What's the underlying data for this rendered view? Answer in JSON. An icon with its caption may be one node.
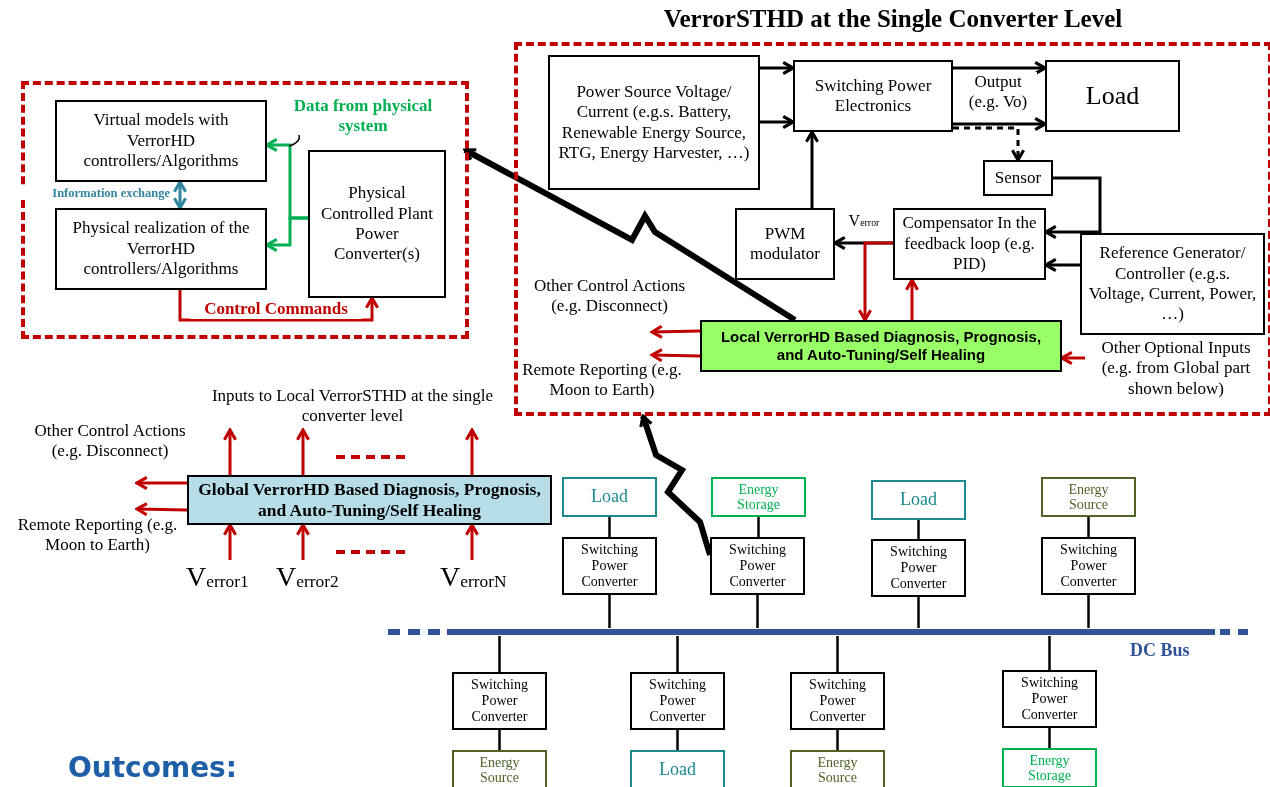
{
  "diagram": {
    "nodes": [
      {
        "text": [],
        "shape": "box"
      },
      {
        "text": [
          "Virtual models with VerrorHD controllers/Algorithms"
        ],
        "in": 0
      },
      {
        "text": [
          "Physical realization of the VerrorHD controllers/Algorithms"
        ],
        "in": 0
      },
      {
        "text": [
          "Physical Controlled Plant Power Converter(s)"
        ],
        "in": 0
      },
      {
        "text": [
          "VerrorSTHD at the Single Converter Level"
        ]
      },
      {
        "text": [
          "Power Source Voltage/ Current (e.g.s. Battery, Renewable Energy Source, RTG, Energy Harvester, …)"
        ],
        "in": 4
      },
      {
        "text": [
          "Switching Power Electronics"
        ],
        "in": 4
      },
      {
        "text": [
          "Load"
        ],
        "in": 4
      },
      {
        "text": [
          "Sensor"
        ],
        "in": 4
      },
      {
        "text": [
          "PWM modulator"
        ],
        "in": 4
      },
      {
        "text": [
          "Compensator In the feedback loop (e.g. PID)"
        ],
        "in": 4
      },
      {
        "text": [
          "Reference Generator/ Controller (e.g.s. Voltage, Current, Power, …)"
        ],
        "in": 4
      },
      {
        "text": [
          "Local VerrorHD Based Diagnosis, Prognosis, and Auto-Tuning/Self Healing"
        ],
        "in": 4
      },
      {
        "text": [
          "Other Control Actions (e.g. Disconnect)"
        ],
        "in": 4
      },
      {
        "text": [
          "Remote Reporting (e.g. Moon to Earth)"
        ],
        "in": 4
      },
      {
        "text": [
          "Other Optional Inputs (e.g. from Global part shown below)"
        ],
        "in": 4
      },
      {
        "text": [
          "Global VerrorHD Based Diagnosis, Prognosis, and Auto-Tuning/Self Healing"
        ]
      },
      {
        "text": [
          "Other Control Actions (e.g. Disconnect)"
        ]
      },
      {
        "text": [
          "Remote Reporting (e.g. Moon to Earth)"
        ]
      },
      {
        "text": [
          "V$_{error1}$"
        ]
      },
      {
        "text": [
          "V$_{error2}$"
        ]
      },
      {
        "text": [
          "V$_{errorN}$"
        ]
      },
      {
        "text": [],
        "shape": "bar",
        "beside": [
          "DC Bus"
        ]
      },
      {
        "text": [
          "Load"
        ]
      },
      {
        "text": [
          "Switching Power Converter"
        ]
      },
      {
        "text": [
          "Energy Storage"
        ]
      },
      {
        "text": [
          "Switching Power Converter"
        ]
      },
      {
        "text": [
          "Load"
        ]
      },
      {
        "text": [
          "Switching Power Converter"
        ]
      },
      {
        "text": [
          "Energy Source"
        ]
      },
      {
        "text": [
          "Switching Power Converter"
        ]
      },
      {
        "text": [
          "Switching Power Converter"
        ]
      },
      {
        "text": [
          "Energy Source"
        ]
      },
      {
        "text": [
          "Switching Power Converter"
        ]
      },
      {
        "text": [
          "Load"
        ]
      },
      {
        "text": [
          "Switching Power Converter"
        ]
      },
      {
        "text": [
          "Energy Source"
        ]
      },
      {
        "text": [
          "Switching Power Converter"
        ]
      },
      {
        "text": [
          "Energy Storage"
        ]
      },
      {
        "text": [
          "Inputs to Local VerrorSTHD at the single converter level"
        ]
      }
    ],
    "edges": [
      {
        "from": 1,
        "to": 2,
        "arrow": "both",
        "color": "#31859c",
        "label": "Information exchange"
      },
      {
        "from": 3,
        "to": 1,
        "arrow": "to",
        "color": "#00b050",
        "label": "Data from physical system"
      },
      {
        "from": 3,
        "to": 2,
        "arrow": "to",
        "color": "#00b050"
      },
      {
        "from": 2,
        "to": 3,
        "arrow": "to",
        "color": "#c00000",
        "label": "Control Commands"
      },
      {
        "from": 5,
        "to": 6,
        "arrow": "to"
      },
      {
        "from": 5,
        "to": 6,
        "arrow": "to"
      },
      {
        "from": 6,
        "to": 7,
        "arrow": "to",
        "label": "Output (e.g. Vo)"
      },
      {
        "from": 6,
        "to": 7,
        "arrow": "to"
      },
      {
        "from": 6,
        "to": 8,
        "arrow": "to",
        "style": "dashed"
      },
      {
        "from": 8,
        "to": 10,
        "arrow": "to"
      },
      {
        "from": 11,
        "to": 10,
        "arrow": "to"
      },
      {
        "from": 10,
        "to": 9,
        "arrow": "to",
        "label": "V$_{error}$"
      },
      {
        "from": 9,
        "to": 6,
        "arrow": "to"
      },
      {
        "from": 10,
        "to": 12,
        "arrow": "to",
        "color": "#c00000"
      },
      {
        "from": 12,
        "to": 10,
        "arrow": "to",
        "color": "#c00000"
      },
      {
        "from": 12,
        "to": 13,
        "arrow": "to",
        "color": "#c00000"
      },
      {
        "from": 12,
        "to": 14,
        "arrow": "to",
        "color": "#c00000"
      },
      {
        "from": 15,
        "to": 12,
        "arrow": "to",
        "color": "#c00000"
      },
      {
        "from": 12,
        "to": 0,
        "arrow": "to",
        "style": "thick"
      },
      {
        "from": 26,
        "to": 4,
        "arrow": "to",
        "style": "thick"
      },
      {
        "from": 19,
        "to": 16,
        "arrow": "to",
        "color": "#c00000"
      },
      {
        "from": 20,
        "to": 16,
        "arrow": "to",
        "color": "#c00000"
      },
      {
        "from": 21,
        "to": 16,
        "arrow": "to",
        "color": "#c00000"
      },
      {
        "from": 16,
        "to": 39,
        "arrow": "to",
        "color": "#c00000"
      },
      {
        "from": 16,
        "to": 39,
        "arrow": "to",
        "color": "#c00000"
      },
      {
        "from": 16,
        "to": 39,
        "arrow": "to",
        "color": "#c00000"
      },
      {
        "from": 16,
        "to": 17,
        "arrow": "to",
        "color": "#c00000"
      },
      {
        "from": 16,
        "to": 18,
        "arrow": "to",
        "color": "#c00000"
      },
      {
        "from": 23,
        "to": 24,
        "arrow": "none"
      },
      {
        "from": 25,
        "to": 26,
        "arrow": "none"
      },
      {
        "from": 27,
        "to": 28,
        "arrow": "none"
      },
      {
        "from": 29,
        "to": 30,
        "arrow": "none"
      },
      {
        "from": 31,
        "to": 32,
        "arrow": "none"
      },
      {
        "from": 33,
        "to": 34,
        "arrow": "none"
      },
      {
        "from": 35,
        "to": 36,
        "arrow": "none"
      },
      {
        "from": 37,
        "to": 38,
        "arrow": "none"
      },
      {
        "from": 24,
        "to": 22,
        "arrow": "none"
      },
      {
        "from": 26,
        "to": 22,
        "arrow": "none"
      },
      {
        "from": 28,
        "to": 22,
        "arrow": "none"
      },
      {
        "from": 30,
        "to": 22,
        "arrow": "none"
      },
      {
        "from": 31,
        "to": 22,
        "arrow": "none"
      },
      {
        "from": 33,
        "to": 22,
        "arrow": "none"
      },
      {
        "from": 35,
        "to": 22,
        "arrow": "none"
      },
      {
        "from": 37,
        "to": 22,
        "arrow": "none"
      }
    ],
    "labels": [
      "Outcomes:"
    ]
  }
}
